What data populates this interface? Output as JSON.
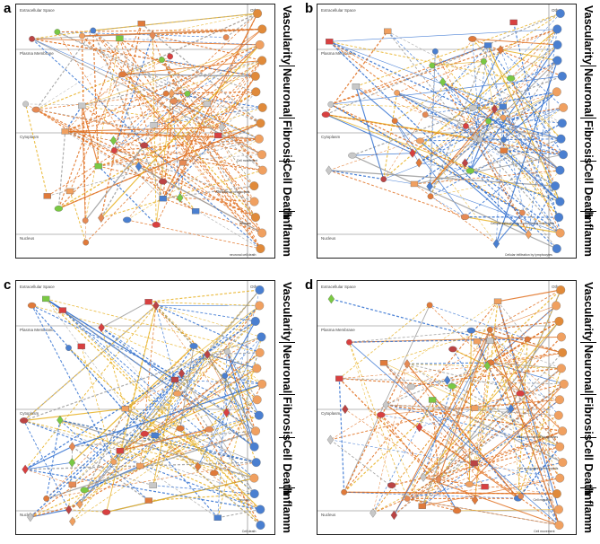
{
  "panels": [
    {
      "label": "a",
      "compartments": [
        "Extracellular Space",
        "Plasma Membrane",
        "Cytoplasm",
        "Nucleus",
        "Other"
      ],
      "categories": [
        "Vascularity",
        "Neuronal",
        "Fibrosis",
        "Cell Death",
        "Inflamm."
      ],
      "edge_palette": [
        "#e07020",
        "#e07020",
        "#e07020",
        "#9a9a9a",
        "#2f6fd0",
        "#e8b020"
      ],
      "functions": [
        "neuronal cell death",
        "neurons",
        "Activation of phagocytes",
        "Cell movement"
      ]
    },
    {
      "label": "b",
      "compartments": [
        "Extracellular Space",
        "Plasma Membrane",
        "Cytoplasm",
        "Nucleus",
        "Other"
      ],
      "categories": [
        "Vascularity",
        "Neuronal",
        "Fibrosis",
        "Cell Death",
        "Inflamm."
      ],
      "edge_palette": [
        "#2f6fd0",
        "#2f6fd0",
        "#9a9a9a",
        "#e07020",
        "#e8b020",
        "#2f6fd0"
      ],
      "functions": [
        "Cellular infiltration by lymphocytes",
        "Cellular infiltration by mononuclear leukocytes"
      ]
    },
    {
      "label": "c",
      "compartments": [
        "Extracellular Space",
        "Plasma Membrane",
        "Cytoplasm",
        "Nucleus",
        "Other"
      ],
      "categories": [
        "Vascularity",
        "Neuronal",
        "Fibrosis",
        "Cell Death",
        "Inflamm."
      ],
      "edge_palette": [
        "#2f6fd0",
        "#e8b020",
        "#2f6fd0",
        "#e8b020",
        "#9a9a9a",
        "#e07020"
      ],
      "functions": [
        "Cell death",
        "neurons"
      ]
    },
    {
      "label": "d",
      "compartments": [
        "Extracellular Space",
        "Plasma Membrane",
        "Cytoplasm",
        "Nucleus",
        "Other"
      ],
      "categories": [
        "Vascularity",
        "Neuronal",
        "Fibrosis",
        "Cell Death",
        "Inflamm."
      ],
      "edge_palette": [
        "#e07020",
        "#e07020",
        "#e8b020",
        "#9a9a9a",
        "#2f6fd0",
        "#e07020"
      ],
      "functions": [
        "Cell movement",
        "Cell migration",
        "Cell movement of neutrophils",
        "Cell movement of phagocytes"
      ]
    }
  ]
}
